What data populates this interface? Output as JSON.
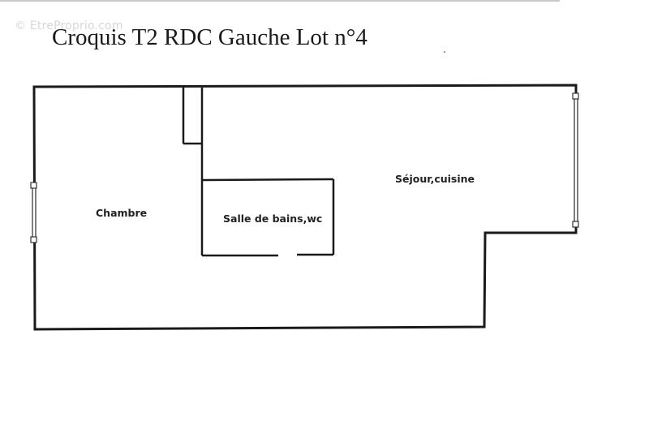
{
  "header": {
    "watermark": "© EtreProprio.com",
    "title": "Croquis T2 RDC Gauche Lot n°4"
  },
  "rooms": {
    "chambre": "Chambre",
    "sejour": "Séjour,cuisine",
    "salle_de_bains": "Salle de bains,wc"
  },
  "colors": {
    "wall": "#1a1a1a",
    "window": "#555555",
    "background": "#ffffff"
  }
}
